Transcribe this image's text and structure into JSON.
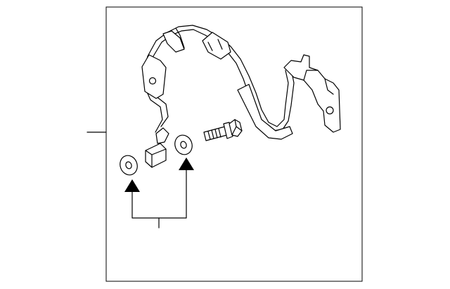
{
  "diagram": {
    "kind": "exploded-parts-illustration",
    "parts": [
      "hose-assembly",
      "bolt",
      "washer-upper",
      "washer-lower"
    ],
    "callout_arrows": 2,
    "colors": {
      "line": "#000000",
      "background": "#ffffff"
    }
  }
}
